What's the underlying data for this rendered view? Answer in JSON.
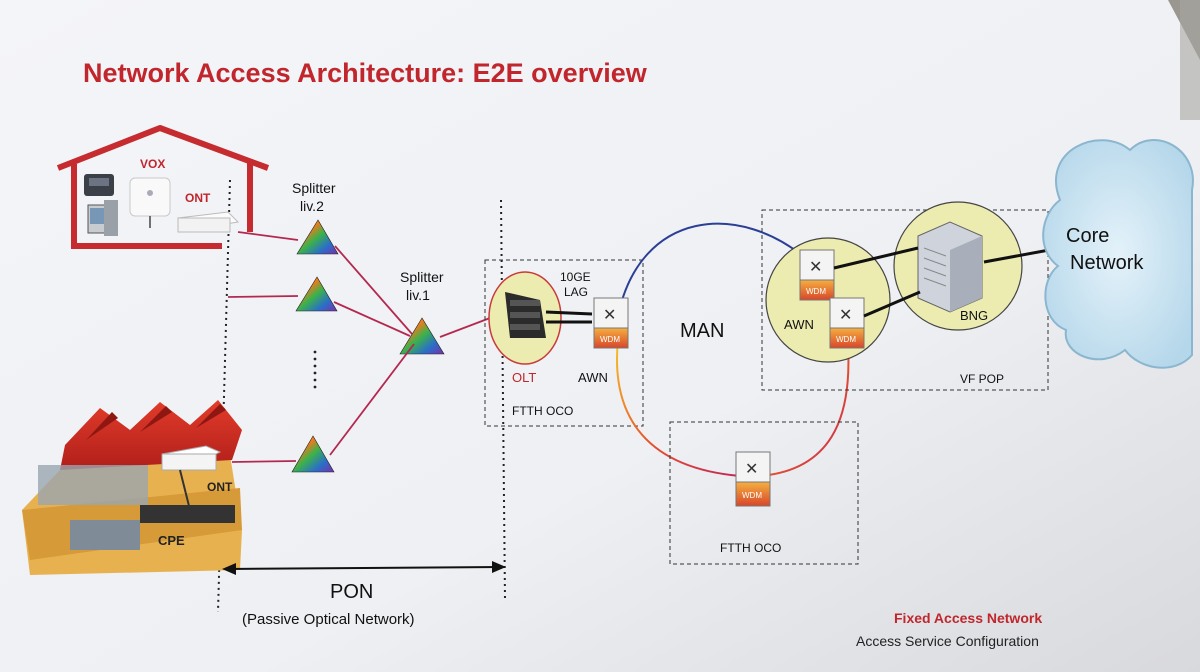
{
  "title": "Network Access Architecture: E2E overview",
  "labels": {
    "vox": "VOX",
    "ont_home": "ONT",
    "ont_business": "ONT",
    "cpe": "CPE",
    "splitter2_line1": "Splitter",
    "splitter2_line2": "liv.2",
    "splitter1_line1": "Splitter",
    "splitter1_line2": "liv.1",
    "lag_line1": "10GE",
    "lag_line2": "LAG",
    "olt": "OLT",
    "awn_oco": "AWN",
    "awn_pop": "AWN",
    "man": "MAN",
    "bng": "BNG",
    "vf_pop": "VF POP",
    "ftth_oco_top": "FTTH OCO",
    "ftth_oco_bottom": "FTTH  OCO",
    "core_line1": "Core",
    "core_line2": "Network",
    "wdm": "WDM",
    "pon": "PON",
    "pon_full": "(Passive Optical Network)"
  },
  "footer": {
    "line1": "Fixed Access Network",
    "line2": "Access Service Configuration"
  },
  "colors": {
    "title_red": "#c0262c",
    "link_magenta": "#b4284f",
    "zone_yellow": "#ecebb0",
    "wdm_orange": "#e8762e"
  }
}
